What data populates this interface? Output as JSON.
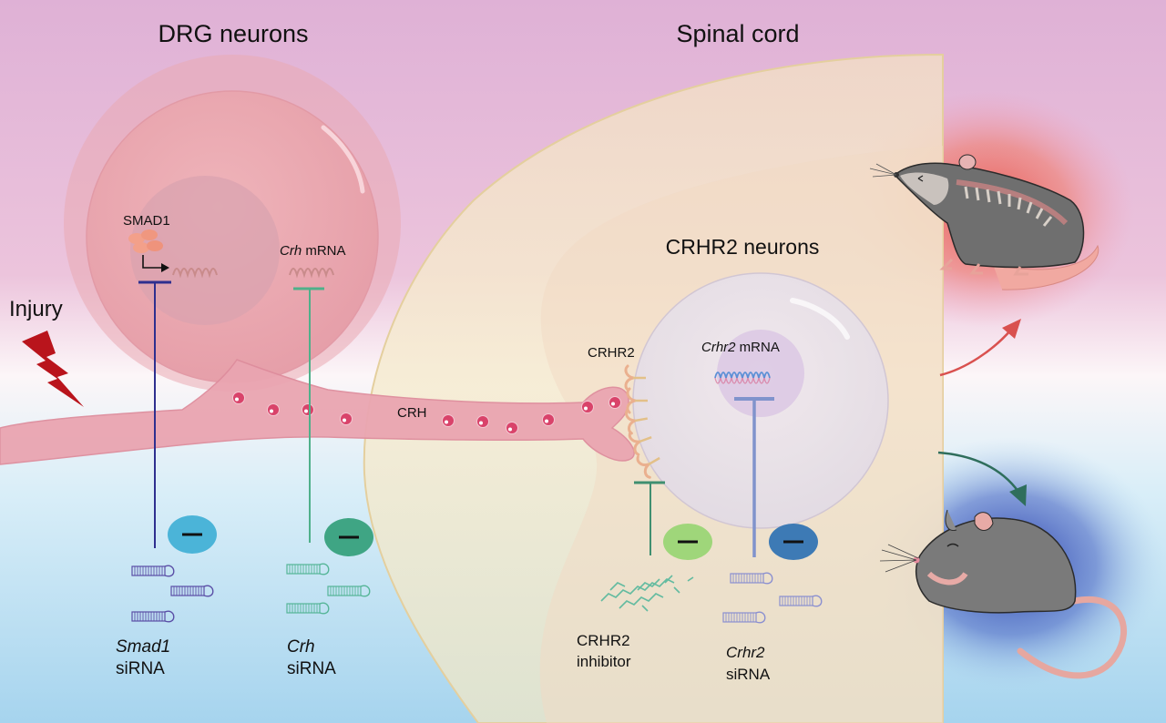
{
  "titles": {
    "drg": "DRG neurons",
    "spinal": "Spinal cord",
    "crhr2_neurons": "CRHR2 neurons"
  },
  "labels": {
    "injury": "Injury",
    "smad1": "SMAD1",
    "crh_mrna_gene": "Crh",
    "crh_mrna_suffix": " mRNA",
    "crh": "CRH",
    "crhr2": "CRHR2",
    "crhr2_mrna_gene": "Crhr2",
    "crhr2_mrna_suffix": " mRNA"
  },
  "interventions": [
    {
      "id": "smad1-sirna",
      "line1": "Smad1",
      "line1_italic": true,
      "line2": "siRNA",
      "badge": "−",
      "color": "#4bb4d8",
      "line_color": "#2e2f8f"
    },
    {
      "id": "crh-sirna",
      "line1": "Crh",
      "line1_italic": true,
      "line2": "siRNA",
      "badge": "−",
      "color": "#3fa584",
      "line_color": "#4fb08a"
    },
    {
      "id": "crhr2-inhibitor",
      "line1": "CRHR2",
      "line1_italic": false,
      "line2": "inhibitor",
      "badge": "−",
      "color": "#9fd67a",
      "line_color": "#3f8f70"
    },
    {
      "id": "crhr2-sirna",
      "line1": "Crhr2",
      "line1_italic": true,
      "line2": "siRNA",
      "badge": "−",
      "color": "#3d7ab5",
      "line_color": "#8093cc"
    }
  ],
  "outcomes": {
    "pain_mouse": "mouse-in-pain",
    "relieved_mouse": "mouse-relieved",
    "pain_glow": "#e8524a",
    "relief_glow": "#2a3fb0",
    "pain_arrow": "#d9514f",
    "relief_arrow": "#2f6e5c"
  },
  "colors": {
    "bg_top": "#e3b6d8",
    "bg_mid": "#fbf3f6",
    "bg_bottom": "#a9d6ef",
    "drg_cell": "#eba8b1",
    "spinal": "#f3e3c6",
    "vesicle": "#d9436a",
    "lightning": "#b9141c"
  }
}
